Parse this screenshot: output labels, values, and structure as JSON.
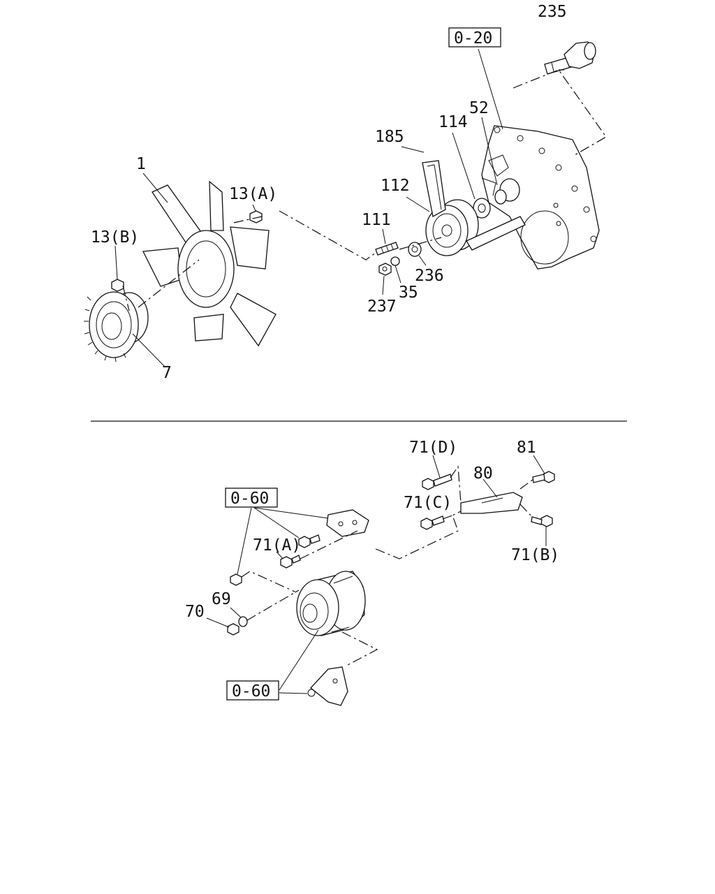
{
  "callouts": {
    "c235": "235",
    "c0_20": "0-20",
    "c52": "52",
    "c114": "114",
    "c185": "185",
    "c1": "1",
    "c13a": "13(A)",
    "c112": "112",
    "c13b": "13(B)",
    "c111": "111",
    "c236": "236",
    "c35": "35",
    "c237": "237",
    "c7": "7",
    "c71d": "71(D)",
    "c81": "81",
    "c80": "80",
    "c0_60_top": "0-60",
    "c71c": "71(C)",
    "c71a": "71(A)",
    "c71b": "71(B)",
    "c69": "69",
    "c70": "70",
    "c0_60_bottom": "0-60"
  }
}
